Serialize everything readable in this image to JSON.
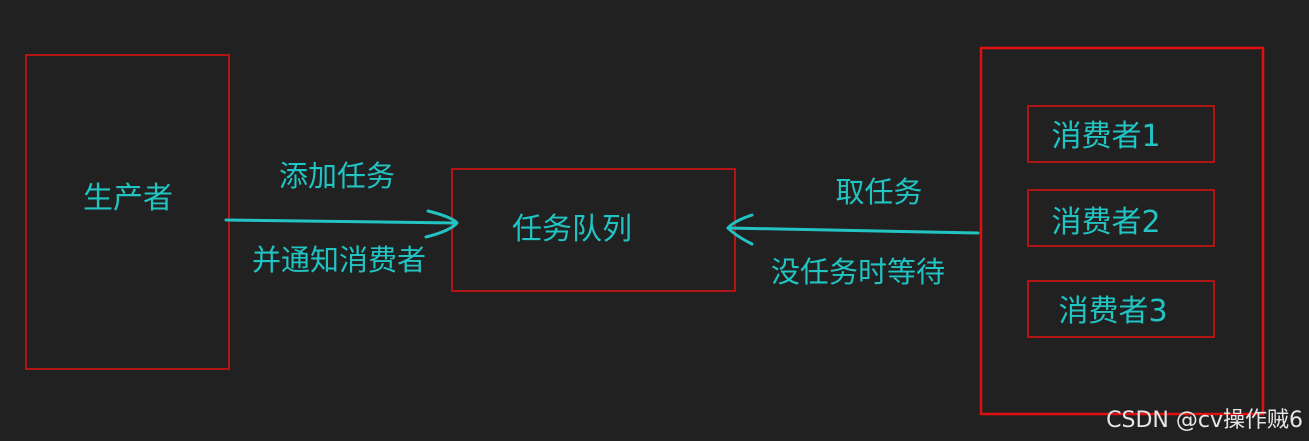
{
  "diagram": {
    "producer": {
      "label": "生产者"
    },
    "queue": {
      "label": "任务队列"
    },
    "consumers": [
      {
        "label": "消费者1"
      },
      {
        "label": "消费者2"
      },
      {
        "label": "消费者3"
      }
    ],
    "edges": {
      "add": {
        "line1": "添加任务",
        "line2": "并通知消费者"
      },
      "take": {
        "line1": "取任务",
        "line2": "没任务时等待"
      }
    },
    "colors": {
      "background": "#212121",
      "box_border": "#e01010",
      "text": "#22c3c3",
      "arrow": "#22c3c3"
    }
  },
  "watermark": "CSDN @cv操作贼6"
}
